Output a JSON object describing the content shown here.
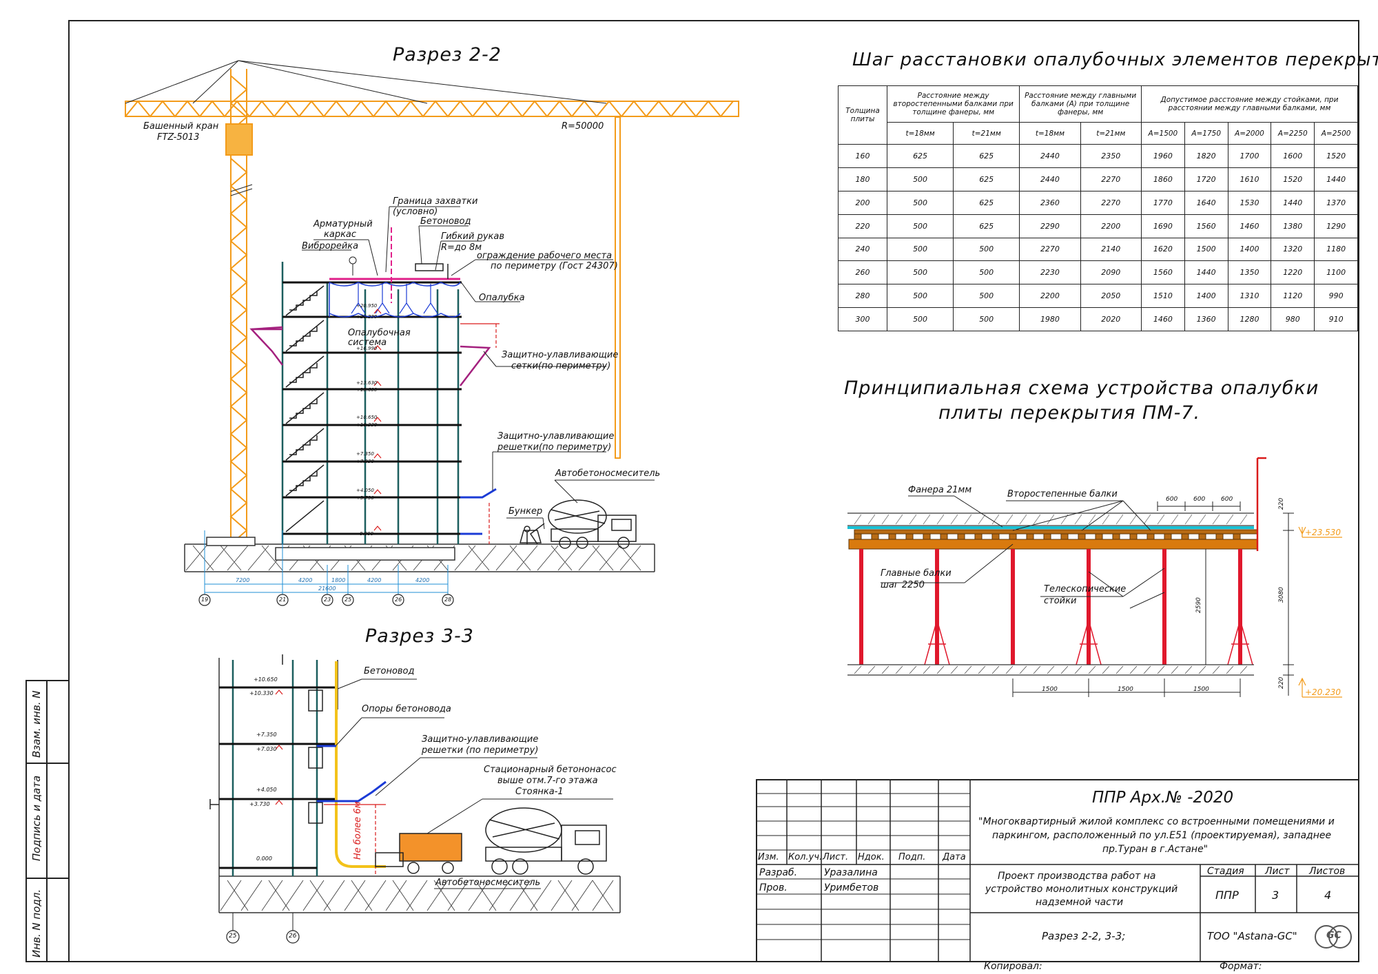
{
  "section22": {
    "title": "Разрез 2-2",
    "crane": [
      "Башенный кран",
      "FTZ-5013"
    ],
    "radius": "R=50000",
    "boundary": [
      "Граница захватки",
      "(условно)"
    ],
    "concrete_line": "Бетоновод",
    "rebar": [
      "Арматурный",
      "каркас"
    ],
    "hose": [
      "Гибкий рукав",
      "R=до 8м"
    ],
    "vibro": "Виброрейка",
    "fence": [
      "ограждение рабочего места",
      "по периметру (Гост 24307)"
    ],
    "formwork": "Опалубка",
    "form_system": [
      "Опалубочная",
      "система"
    ],
    "nets": [
      "Защитно-улавливающие",
      "сетки(по периметру)"
    ],
    "grates": [
      "Защитно-улавливающие",
      "решетки(по периметру)"
    ],
    "mixer": "Автобетоносмеситель",
    "bunker": "Бункер",
    "elevations": [
      "+20.950",
      "+20.230",
      "+16.990",
      "+13.630",
      "+13.600",
      "+10.650",
      "+10.330",
      "+7.350",
      "+7.030",
      "+4.050",
      "+3.730",
      "0.000"
    ],
    "dims": [
      "7200",
      "4200",
      "1800",
      "4200",
      "4200"
    ],
    "dim_total": "21600",
    "axes": [
      "19",
      "21",
      "23",
      "25",
      "26",
      "28"
    ]
  },
  "section33": {
    "title": "Разрез 3-3",
    "concrete_line": "Бетоновод",
    "supports": "Опоры бетоновода",
    "grates": [
      "Защитно-улавливающие",
      "решетки (по периметру)"
    ],
    "pump": [
      "Стационарный бетононасос",
      "выше отм.7-го этажа",
      "Стоянка-1"
    ],
    "mixer": "Автобетоносмеситель",
    "limit": "Не более 6м",
    "elevations": [
      "+10.650",
      "+10.330",
      "+7.350",
      "+7.030",
      "+4.050",
      "+3.730",
      "0.000"
    ],
    "axes": [
      "25",
      "26"
    ]
  },
  "table": {
    "title": "Шаг расстановки опалубочных элементов перекрытий",
    "h_thickness": "Толщина плиты",
    "h_secondary": "Расстояние между второстепенными балками при толщине фанеры, мм",
    "h_main": "Расстояние между главными балками (А) при толщине фанеры, мм",
    "h_posts": "Допустимое расстояние между стойками, при расстоянии между главными балками, мм",
    "sub": [
      "t=18мм",
      "t=21мм",
      "t=18мм",
      "t=21мм",
      "A=1500",
      "A=1750",
      "A=2000",
      "A=2250",
      "A=2500"
    ],
    "rows": [
      [
        "160",
        "625",
        "625",
        "2440",
        "2350",
        "1960",
        "1820",
        "1700",
        "1600",
        "1520"
      ],
      [
        "180",
        "500",
        "625",
        "2440",
        "2270",
        "1860",
        "1720",
        "1610",
        "1520",
        "1440"
      ],
      [
        "200",
        "500",
        "625",
        "2360",
        "2270",
        "1770",
        "1640",
        "1530",
        "1440",
        "1370"
      ],
      [
        "220",
        "500",
        "625",
        "2290",
        "2200",
        "1690",
        "1560",
        "1460",
        "1380",
        "1290"
      ],
      [
        "240",
        "500",
        "500",
        "2270",
        "2140",
        "1620",
        "1500",
        "1400",
        "1320",
        "1180"
      ],
      [
        "260",
        "500",
        "500",
        "2230",
        "2090",
        "1560",
        "1440",
        "1350",
        "1220",
        "1100"
      ],
      [
        "280",
        "500",
        "500",
        "2200",
        "2050",
        "1510",
        "1400",
        "1310",
        "1120",
        "990"
      ],
      [
        "300",
        "500",
        "500",
        "1980",
        "2020",
        "1460",
        "1360",
        "1280",
        "980",
        "910"
      ]
    ]
  },
  "scheme": {
    "title": [
      "Принципиальная схема устройства опалубки",
      "плиты перекрытия ПМ-7."
    ],
    "plywood": "Фанера 21мм",
    "secondary": "Второстепенные балки",
    "main": [
      "Главные балки",
      "шаг 2250"
    ],
    "posts": [
      "Телескопические",
      "стойки"
    ],
    "dims_top": [
      "600",
      "600",
      "600"
    ],
    "dims_bottom": [
      "1500",
      "1500",
      "1500"
    ],
    "dim_220a": "220",
    "dim_220b": "220",
    "dim_3080": "3080",
    "dim_2590": "2590",
    "elev_top": "+23.530",
    "elev_bottom": "+20.230"
  },
  "stamp": {
    "code": "ППР Арх.№ -2020",
    "project": [
      "\"Многоквартирный жилой комплекс со встроенными помещениями и",
      "паркингом, расположенный по ул.Е51 (проектируемая), западнее",
      "пр.Туран в г.Астане\""
    ],
    "cols": [
      "Изм.",
      "Кол.уч.",
      "Лист.",
      "Ндок.",
      "Подп.",
      "Дата"
    ],
    "dev_role": "Разраб.",
    "dev_name": "Уразалина",
    "chk_role": "Пров.",
    "chk_name": "Уримбетов",
    "work": [
      "Проект производства работ на",
      "устройство монолитных конструкций",
      "надземной части"
    ],
    "stage_h": "Стадия",
    "sheet_h": "Лист",
    "sheets_h": "Листов",
    "stage": "ППР",
    "sheet": "3",
    "sheets": "4",
    "sheet_name": "Разрез 2-2, 3-3;",
    "company": "ТОО \"Astana-GC\"",
    "logo": "GC"
  },
  "side": [
    "Взам. инв. N",
    "Подпись и дата",
    "Инв. N подл."
  ],
  "footer": {
    "copied": "Копировал:",
    "format": "Формат:"
  }
}
